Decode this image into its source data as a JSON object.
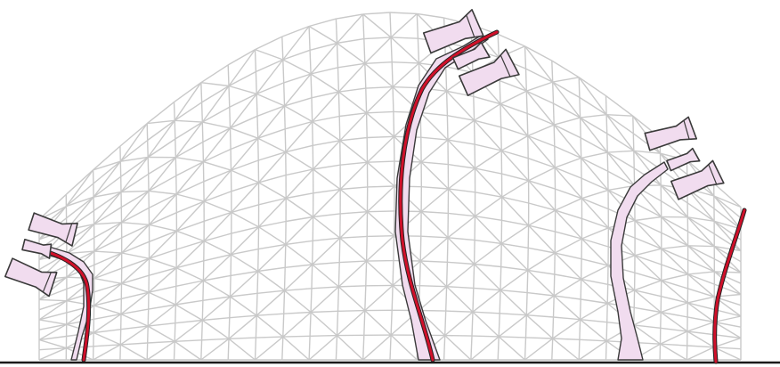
{
  "figure": {
    "background_color": "#ffffff",
    "mesh_color": "#c9c9c9",
    "ground_color": "#1a1a1a",
    "centerline_color": "#d0102a",
    "body_fill_color": "#f1dcef",
    "body_outline_color": "#3a3a3a"
  },
  "objects": [
    {
      "id": "left-tentacle",
      "emitters": 3,
      "has_centerline": true
    },
    {
      "id": "middle-tentacle",
      "emitters": 3,
      "has_centerline": true
    },
    {
      "id": "right-tentacle",
      "emitters": 3,
      "has_centerline": false
    },
    {
      "id": "far-right-centerline",
      "emitters": 0,
      "has_centerline": true
    }
  ]
}
